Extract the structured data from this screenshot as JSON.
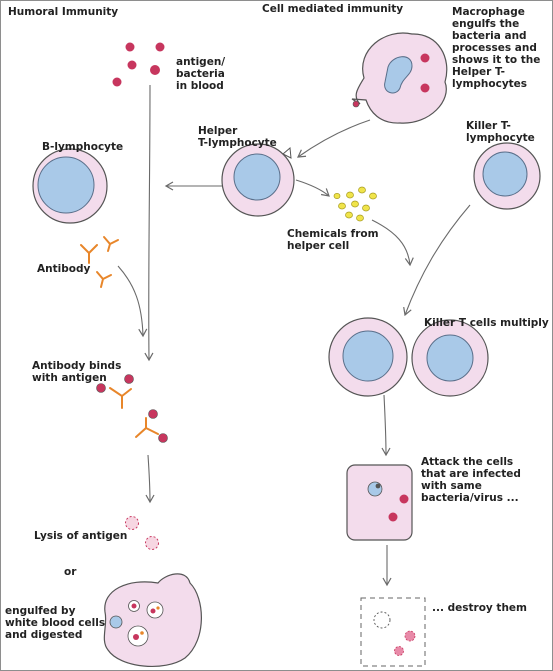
{
  "humoral": {
    "title": "Humoral Immunity",
    "antigen": [
      "antigen/",
      "bacteria",
      "in blood"
    ],
    "b_lymphocyte": "B-lymphocyte",
    "antibody": "Antibody",
    "binds": [
      "Antibody binds",
      "with antigen"
    ],
    "lysis": "Lysis of antigen",
    "or": "or",
    "engulfed": [
      "engulfed by",
      "white blood cells",
      "and digested"
    ]
  },
  "cell_mediated": {
    "title": "Cell mediated immunity",
    "macrophage": [
      "Macrophage",
      "engulfs the",
      "bacteria and",
      "processes and",
      "shows it to the",
      "Helper T-",
      "lymphocytes"
    ],
    "helper": [
      "Helper",
      "T-lymphocyte"
    ],
    "killer": [
      "Killer T-",
      "lymphocyte"
    ],
    "chemicals": [
      "Chemicals from",
      "helper cell"
    ],
    "multiply": "Killer T cells multiply",
    "attack": [
      "Attack the cells",
      "that are infected",
      "with same",
      "bacteria/virus ..."
    ],
    "destroy": "... destroy them"
  },
  "colors": {
    "cell_outline": "#555555",
    "cytoplasm": "#f3dcec",
    "nucleus": "#a9c9e8",
    "antigen": "#c7365e",
    "antibody": "#e8862a",
    "chemical": "#f0e44a",
    "arrow": "#6a6a6a"
  }
}
